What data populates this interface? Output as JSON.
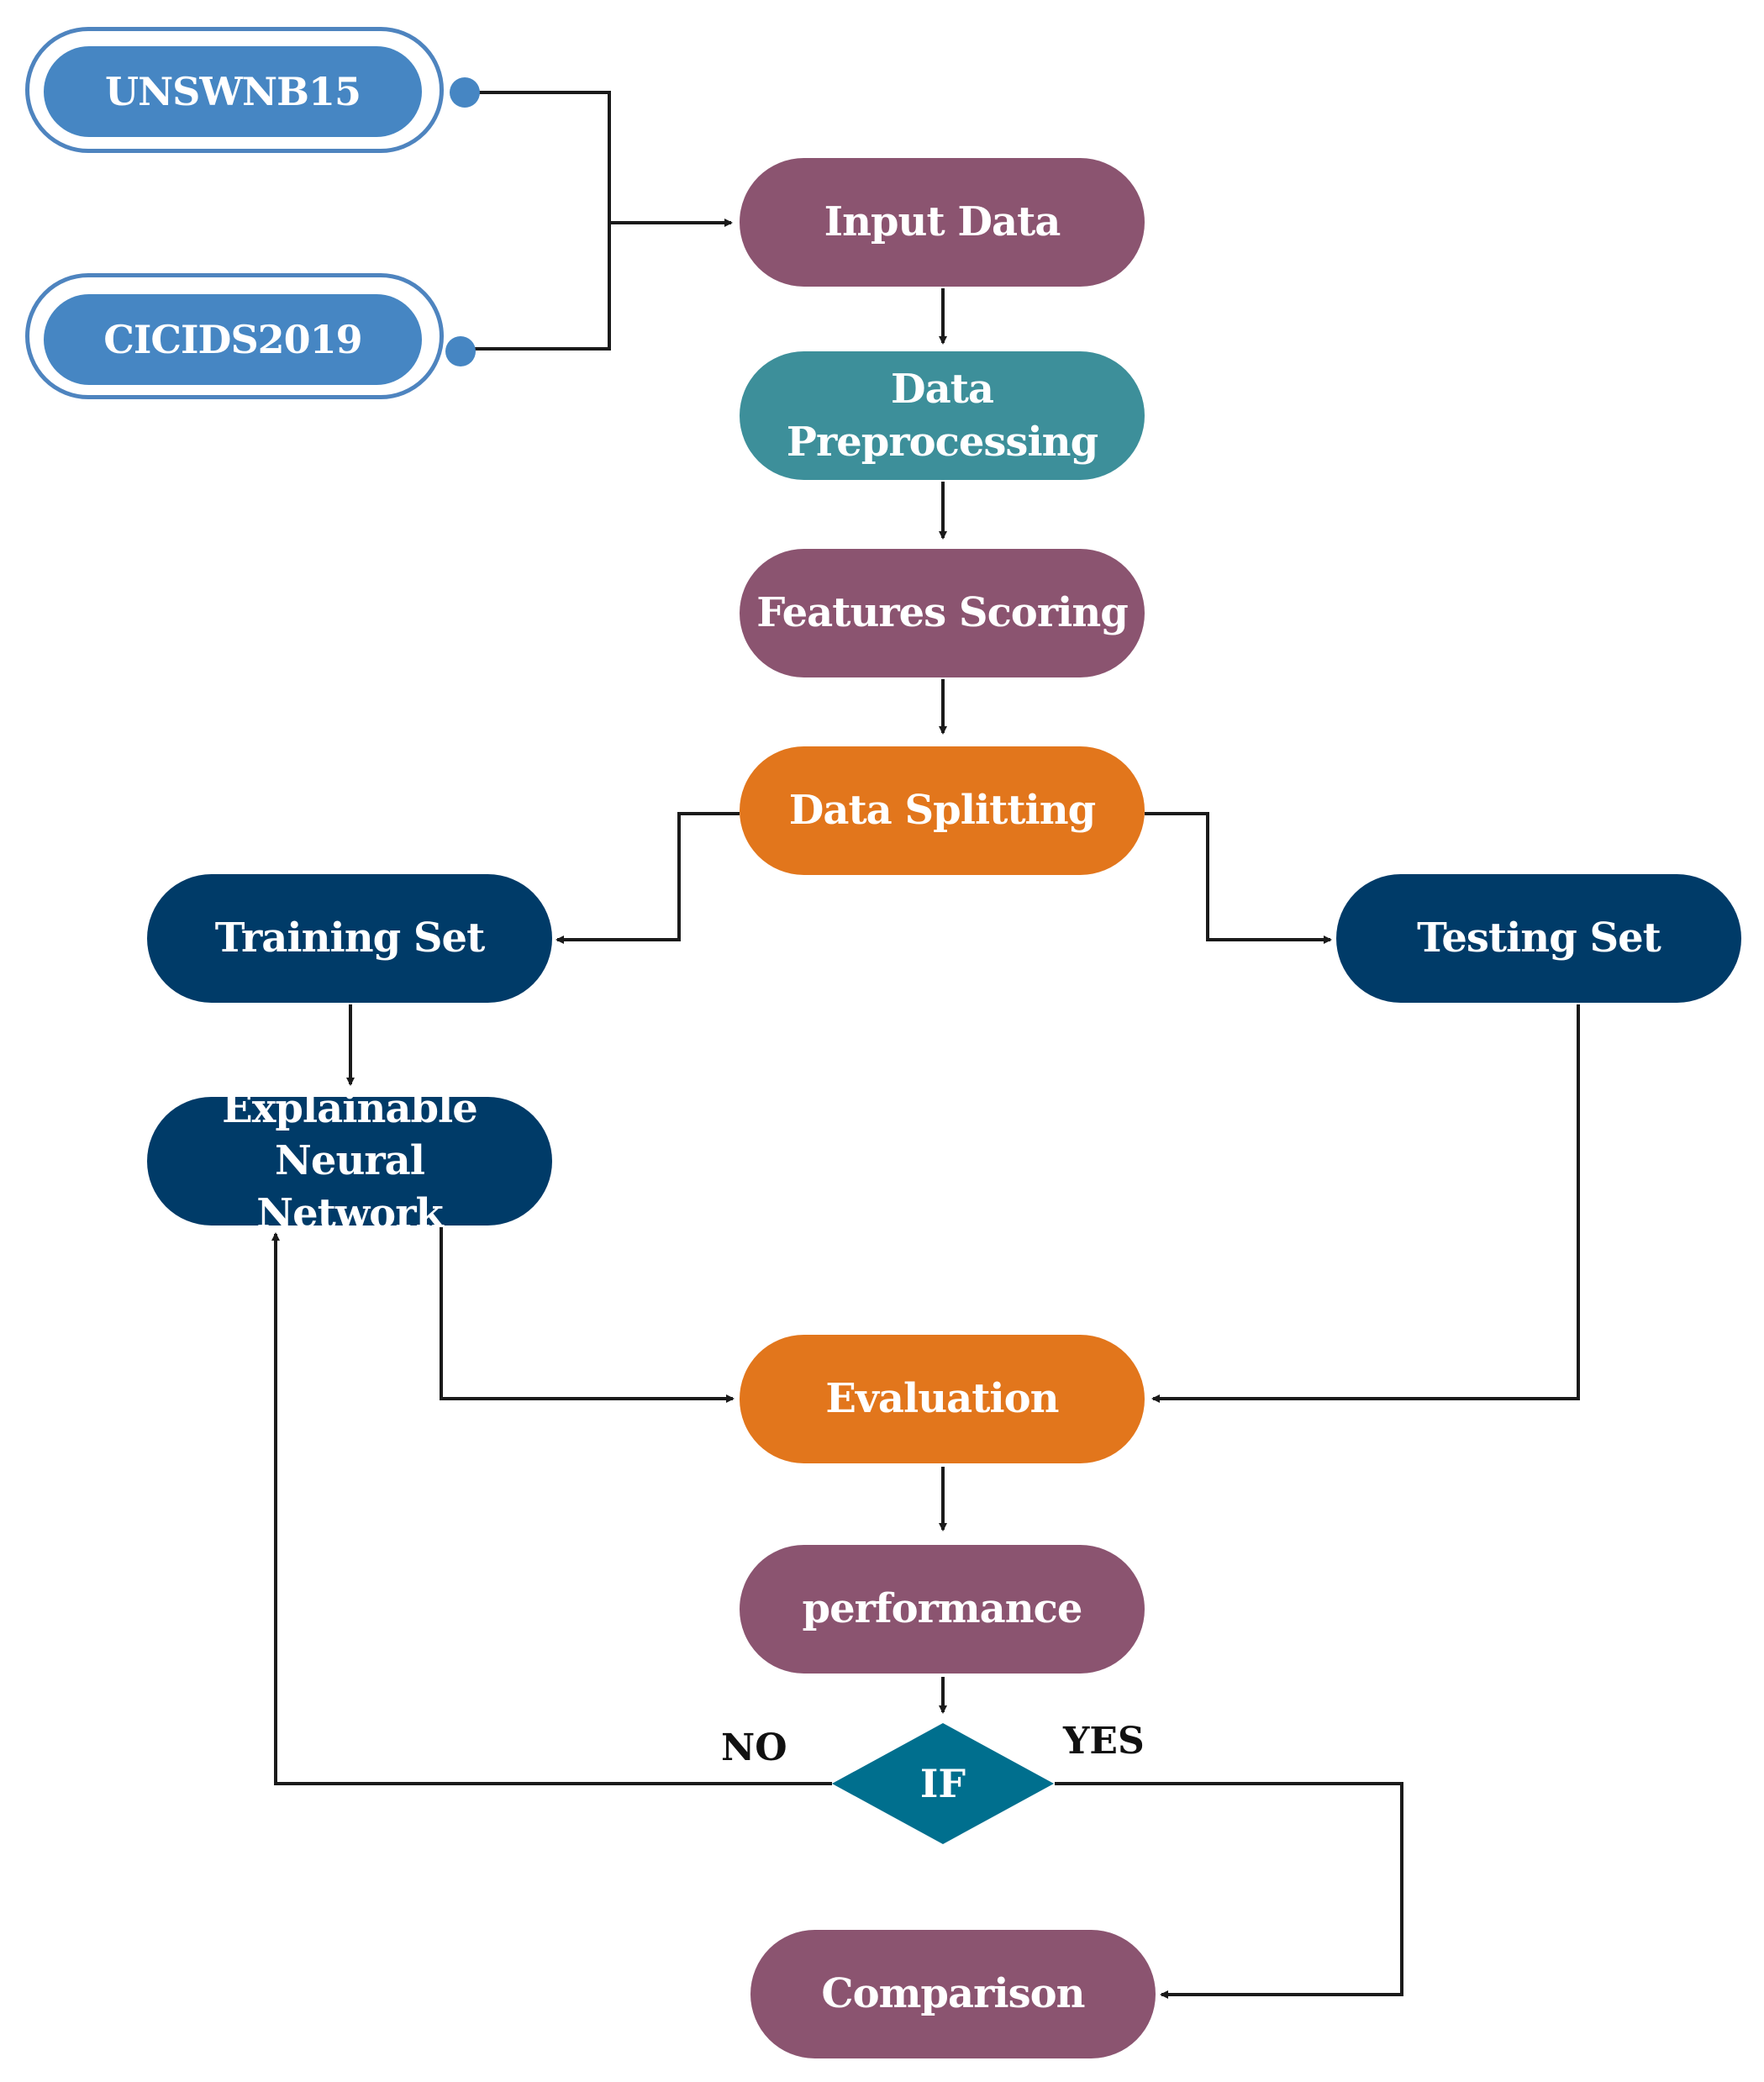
{
  "colors": {
    "purple": "#8b5470",
    "teal": "#3d8f9a",
    "orange": "#e2761c",
    "navy": "#003b68",
    "blue": "#4686c3",
    "diamond": "#006f8e",
    "line": "#1a1a1a"
  },
  "datasets": [
    {
      "label": "UNSWNB15"
    },
    {
      "label": "CICIDS2019"
    }
  ],
  "nodes": {
    "input_data": "Input Data",
    "data_preprocessing": "Data Preprocessing",
    "features_scoring": "Features Scoring",
    "data_splitting": "Data Splitting",
    "training_set": "Training Set",
    "testing_set": "Testing Set",
    "xnn_line1": "Explainable Neural",
    "xnn_line2": "Network",
    "evaluation": "Evaluation",
    "performance": "performance",
    "decision": "IF",
    "comparison": "Comparison"
  },
  "edge_labels": {
    "no": "NO",
    "yes": "YES"
  }
}
